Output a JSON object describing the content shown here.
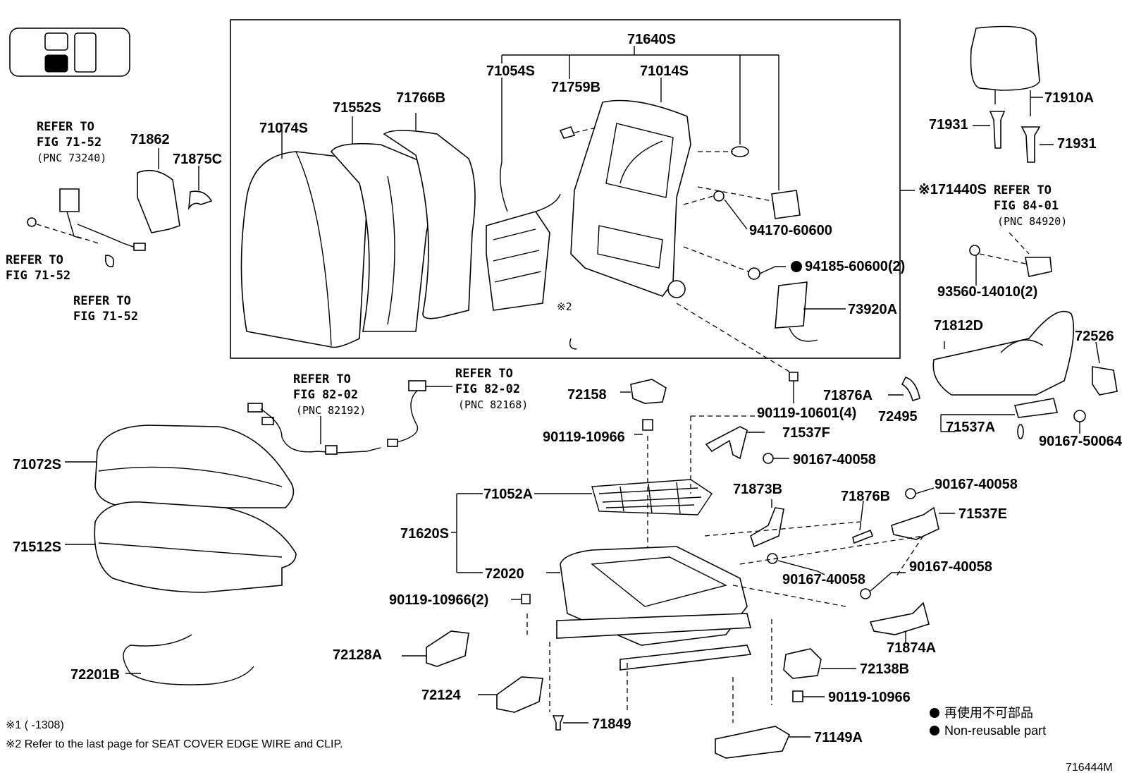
{
  "parts": {
    "p71640S": "71640S",
    "p71054S": "71054S",
    "p71014S": "71014S",
    "p71759B": "71759B",
    "p71552S": "71552S",
    "p71766B": "71766B",
    "p71074S": "71074S",
    "p71862": "71862",
    "p71875C": "71875C",
    "p71910A": "71910A",
    "p71931a": "71931",
    "p71931b": "71931",
    "p71440S": "※171440S",
    "p94170": "94170-60600",
    "p94185": "94185-60600(2)",
    "p73920A": "73920A",
    "p93560": "93560-14010(2)",
    "p71812D": "71812D",
    "p72526": "72526",
    "p71876A": "71876A",
    "p72495": "72495",
    "p71537A": "71537A",
    "p90167_50064": "90167-50064",
    "p90119_10601": "90119-10601(4)",
    "p72158": "72158",
    "p90119_10966a": "90119-10966",
    "p71537F": "71537F",
    "p90167_40058a": "90167-40058",
    "p71072S": "71072S",
    "p71512S": "71512S",
    "p71052A": "71052A",
    "p71620S": "71620S",
    "p72020": "72020",
    "p71873B": "71873B",
    "p71876B": "71876B",
    "p90167_40058b": "90167-40058",
    "p71537E": "71537E",
    "p90167_40058c": "90167-40058",
    "p90167_40058d": "90167-40058",
    "p90119_10966b": "90119-10966(2)",
    "p72128A": "72128A",
    "p72124": "72124",
    "p72201B": "72201B",
    "p71849": "71849",
    "p72138B": "72138B",
    "p90119_10966c": "90119-10966",
    "p71874A": "71874A",
    "p71149A": "71149A",
    "star2": "※2"
  },
  "refs": {
    "r1_l1": "REFER TO",
    "r1_l2": "FIG 71-52",
    "r1_l3": "(PNC 73240)",
    "r2_l1": "REFER TO",
    "r2_l2": "FIG 71-52",
    "r3_l1": "REFER TO",
    "r3_l2": "FIG 71-52",
    "r4_l1": "REFER TO",
    "r4_l2": "FIG 84-01",
    "r4_l3": "(PNC 84920)",
    "r5_l1": "REFER TO",
    "r5_l2": "FIG 82-02",
    "r5_l3": "(PNC 82192)",
    "r6_l1": "REFER TO",
    "r6_l2": "FIG 82-02",
    "r6_l3": "(PNC 82168)"
  },
  "notes": {
    "n1": "※1 (      -1308)",
    "n2": "※2 Refer to the last page for SEAT COVER EDGE WIRE and CLIP."
  },
  "legend": {
    "jp": "再使用不可部品",
    "en": "Non-reusable part"
  },
  "figure_id": "716444M"
}
